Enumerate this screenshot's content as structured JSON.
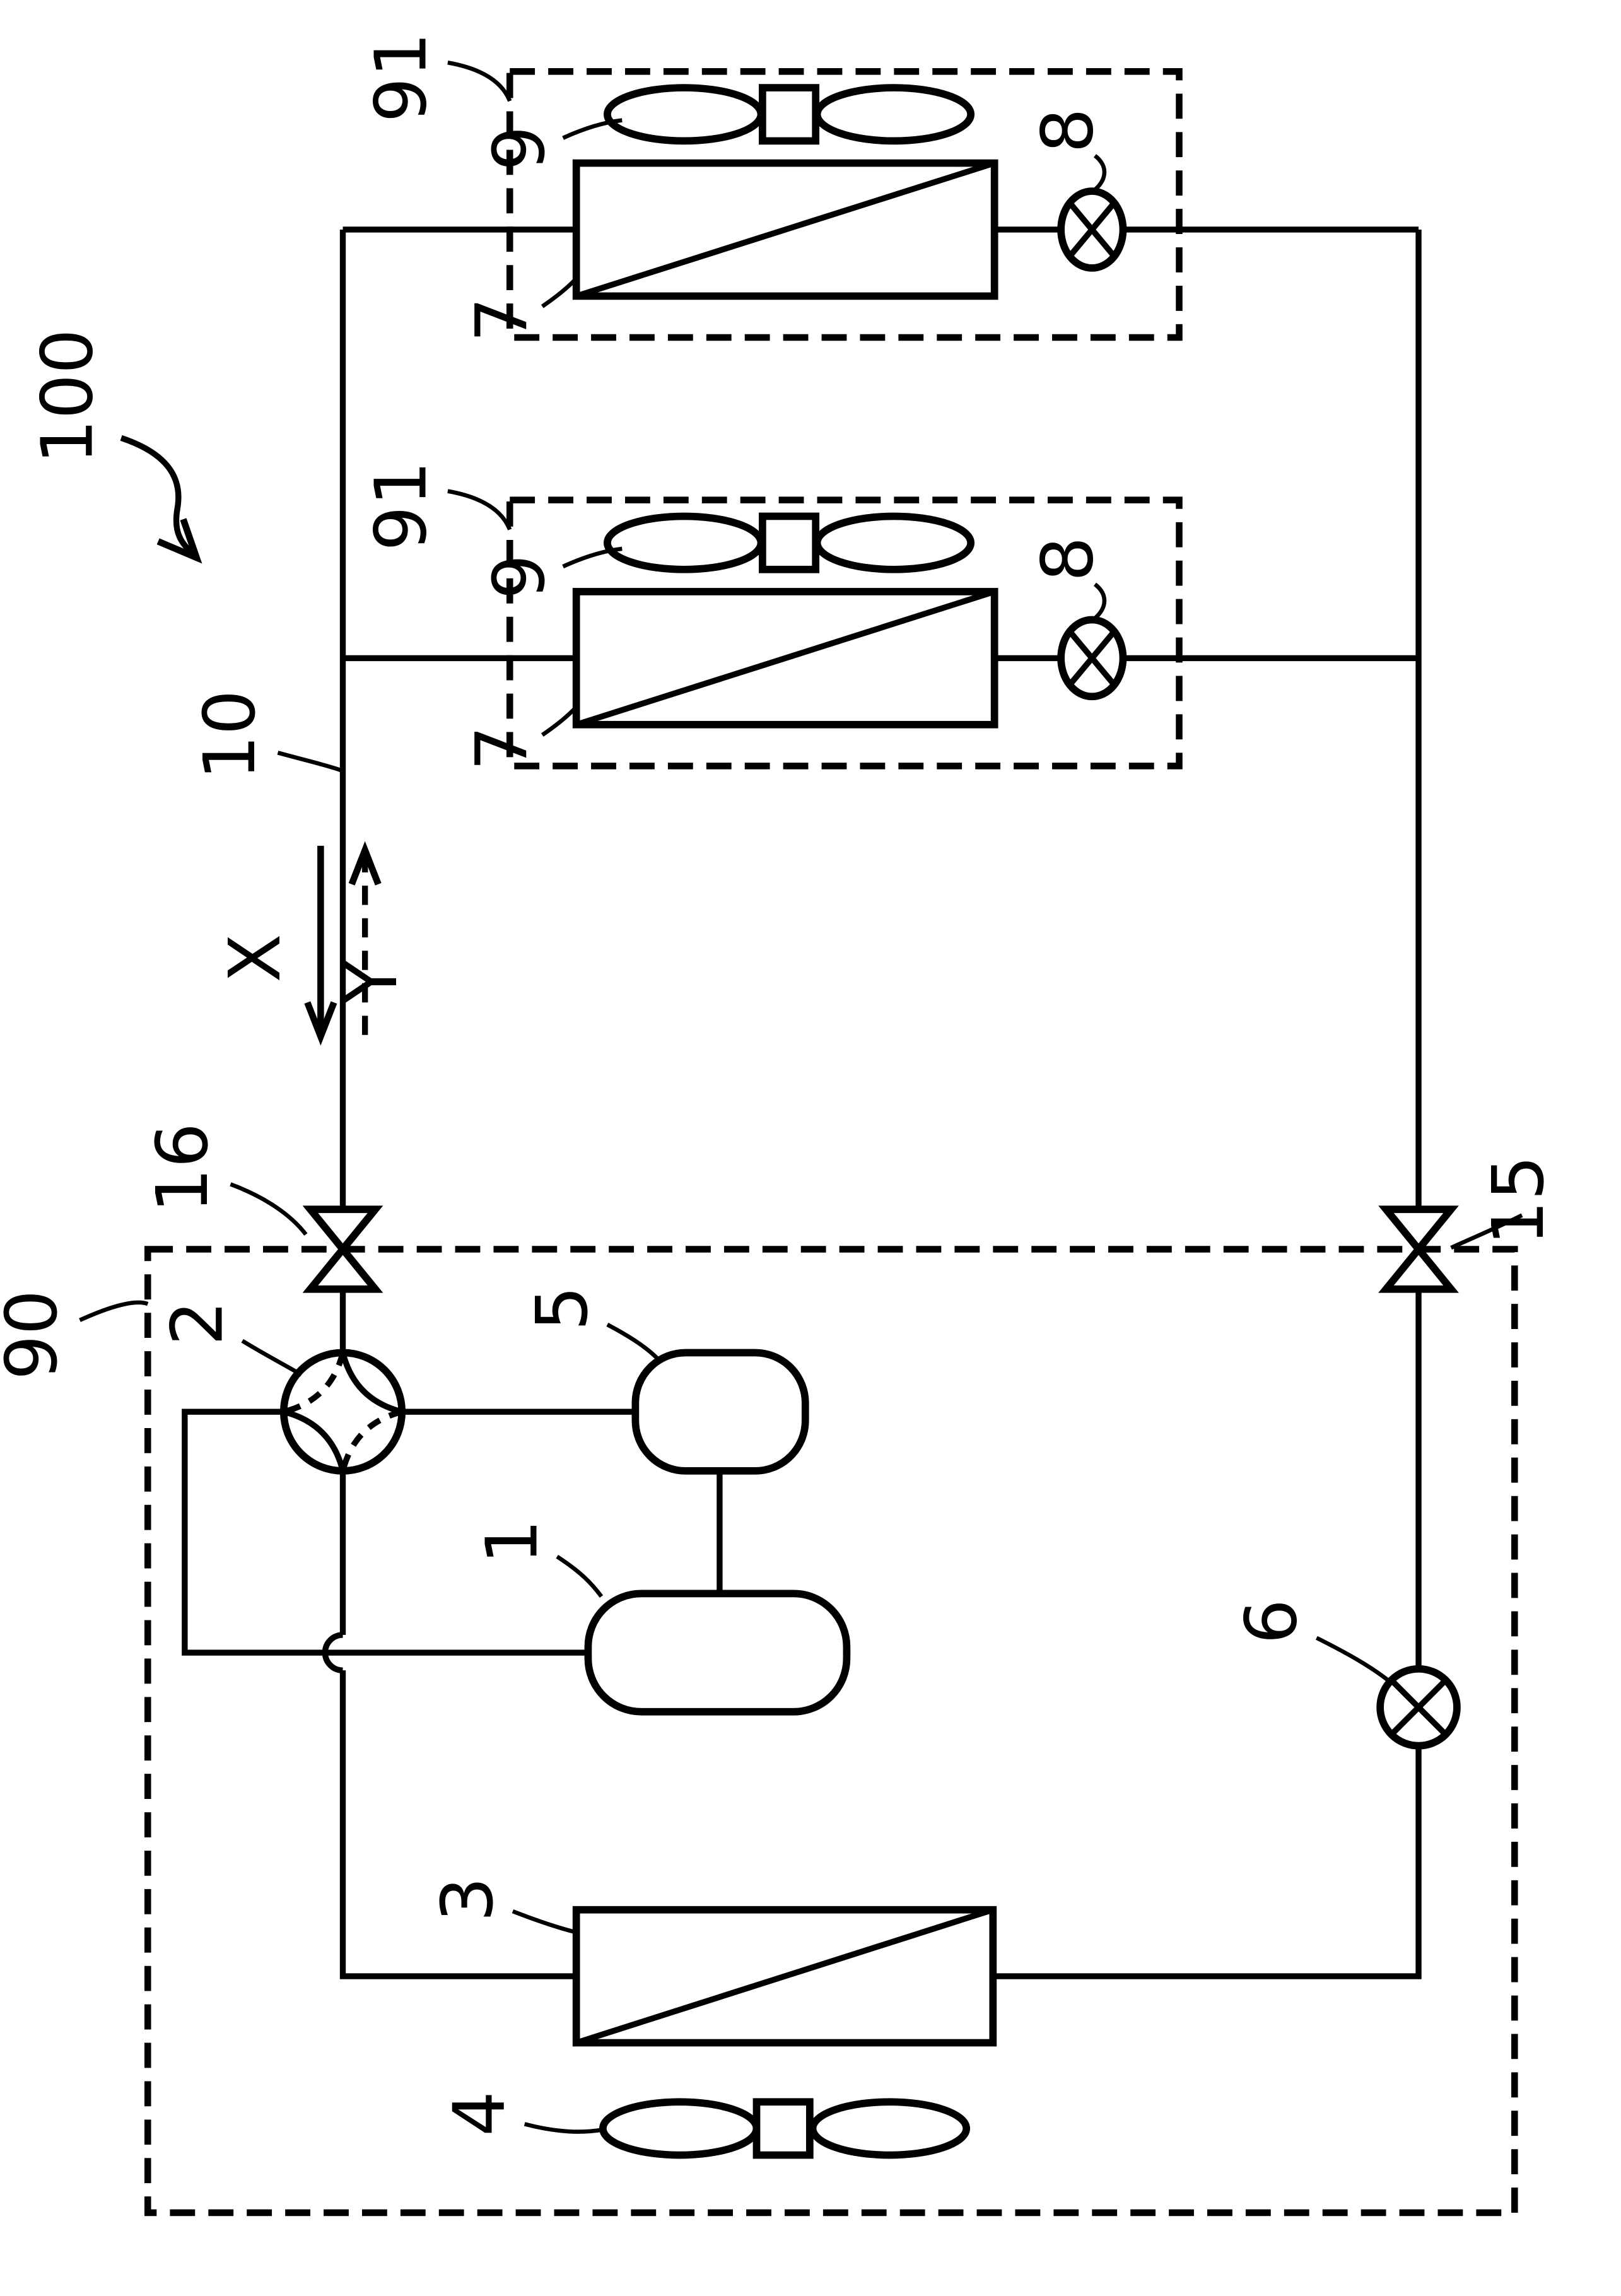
{
  "figure": {
    "type": "patent-refrigerant-circuit-schematic",
    "orientation": "rotated-90-ccw-labels",
    "background_color": "#ffffff",
    "line_color": "#000000"
  },
  "reference_labels": {
    "system": "100",
    "outdoor_unit": "90",
    "indoor_unit": "91",
    "compressor": "1",
    "four_way_valve": "2",
    "outdoor_heat_exchanger": "3",
    "outdoor_fan": "4",
    "accumulator": "5",
    "outdoor_expansion_valve": "6",
    "indoor_heat_exchanger": "7",
    "indoor_expansion_valve": "8",
    "indoor_fan": "9",
    "connection_pipe": "10",
    "stop_valve_liquid": "15",
    "stop_valve_gas": "16",
    "flow_direction_x": "X",
    "flow_direction_y": "Y"
  }
}
